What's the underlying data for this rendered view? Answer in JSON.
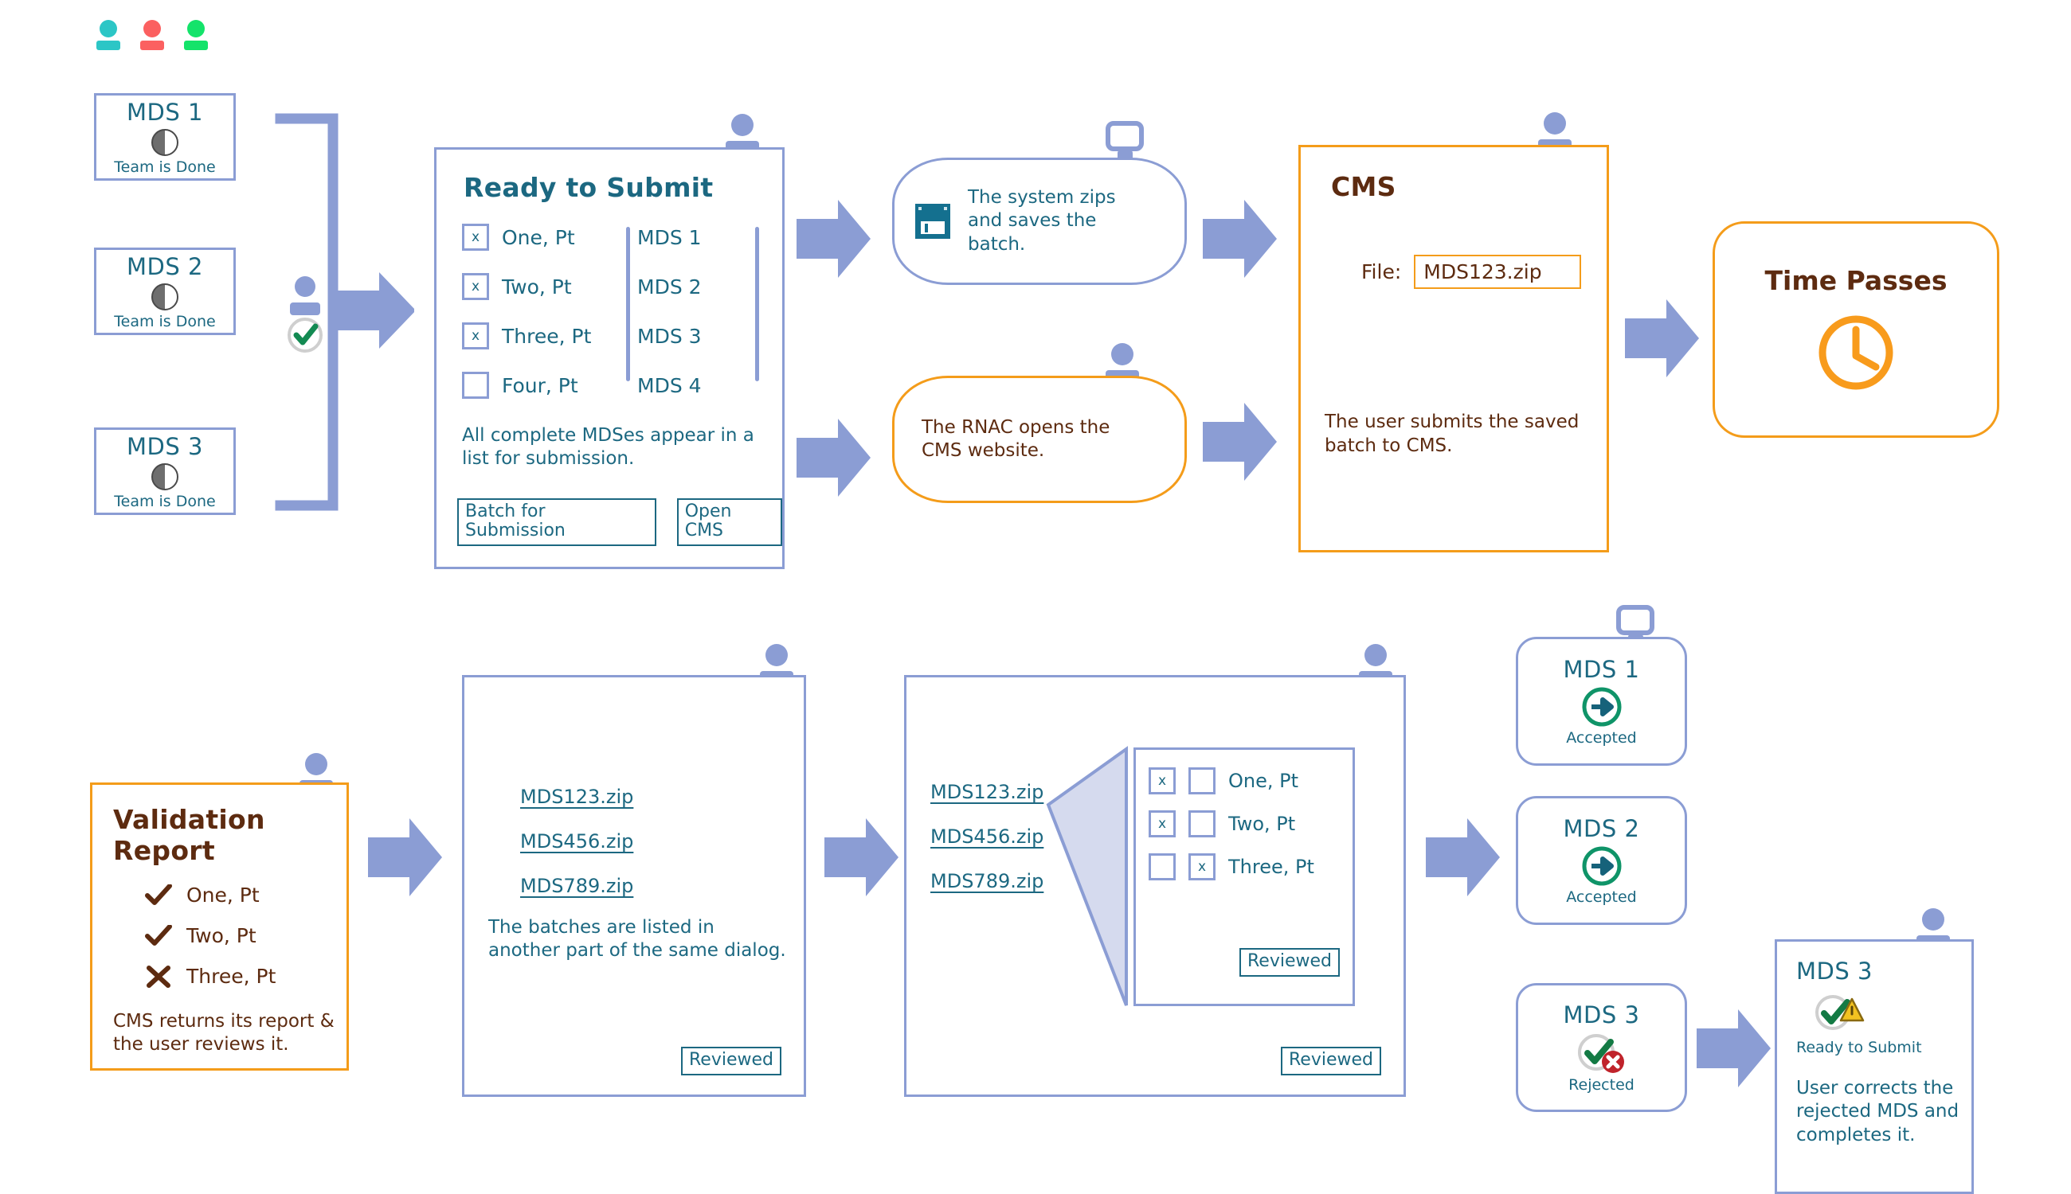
{
  "meta": {
    "colors": {
      "blue_border": "#8b9dd4",
      "blue_text": "#1c6881",
      "orange_border": "#f49c1a",
      "orange_text": "#5d2b10",
      "green": "#1e9e5a",
      "red": "#c0232b",
      "teal_person": "#2cc6c6",
      "red_person": "#fb6060",
      "green_person": "#14e36a"
    }
  },
  "team_icons": [
    {
      "name": "person-teal",
      "color": "#2cc6c6"
    },
    {
      "name": "person-red",
      "color": "#fb6060"
    },
    {
      "name": "person-green",
      "color": "#14e36a"
    }
  ],
  "mds_sources": [
    {
      "title": "MDS 1",
      "status": "Team is Done",
      "icon": "half-moon-icon"
    },
    {
      "title": "MDS 2",
      "status": "Team is Done",
      "icon": "half-moon-icon"
    },
    {
      "title": "MDS 3",
      "status": "Team is Done",
      "icon": "half-moon-icon"
    }
  ],
  "merge": {
    "badge_icon": "green-check-circle-icon",
    "actor_icon": "person-icon"
  },
  "ready_to_submit": {
    "title": "Ready to Submit",
    "actor_icon": "person-icon",
    "rows": [
      {
        "checked": true,
        "mark": "x",
        "patient": "One, Pt",
        "mds": "MDS 1"
      },
      {
        "checked": true,
        "mark": "x",
        "patient": "Two, Pt",
        "mds": "MDS 2"
      },
      {
        "checked": true,
        "mark": "x",
        "patient": "Three, Pt",
        "mds": "MDS 3"
      },
      {
        "checked": false,
        "mark": "",
        "patient": "Four, Pt",
        "mds": "MDS 4"
      }
    ],
    "note": "All complete MDSes appear in a list for submission.",
    "buttons": [
      {
        "label": "Batch for Submission"
      },
      {
        "label": "Open CMS"
      }
    ]
  },
  "zip_step": {
    "text": "The system zips and saves the batch.",
    "icon": "floppy-disk-icon",
    "actor_icon": "monitor-icon"
  },
  "rnac_step": {
    "text": "The RNAC opens the CMS website.",
    "actor_icon": "person-icon"
  },
  "cms_panel": {
    "title": "CMS",
    "actor_icon": "person-icon",
    "file_label": "File:",
    "file_value": "MDS123.zip",
    "note": "The user submits the saved batch to CMS."
  },
  "time_passes": {
    "title": "Time Passes",
    "icon": "clock-icon"
  },
  "validation_report": {
    "title": "Validation Report",
    "actor_icon": "person-icon",
    "rows": [
      {
        "result": "pass",
        "mark": "check-icon",
        "patient": "One, Pt"
      },
      {
        "result": "pass",
        "mark": "check-icon",
        "patient": "Two, Pt"
      },
      {
        "result": "fail",
        "mark": "cross-icon",
        "patient": "Three, Pt"
      }
    ],
    "note": "CMS returns its report & the user reviews it."
  },
  "batch_list_panel": {
    "actor_icon": "person-icon",
    "links": [
      "MDS123.zip",
      "MDS456.zip",
      "MDS789.zip"
    ],
    "note": "The batches are listed in another part of the same dialog.",
    "button": "Reviewed"
  },
  "review_panel": {
    "actor_icon": "person-icon",
    "links": [
      "MDS123.zip",
      "MDS456.zip",
      "MDS789.zip"
    ],
    "button": "Reviewed",
    "flyout": {
      "rows": [
        {
          "left_mark": "x",
          "right_mark": "",
          "patient": "One, Pt"
        },
        {
          "left_mark": "x",
          "right_mark": "",
          "patient": "Two, Pt"
        },
        {
          "left_mark": "",
          "right_mark": "x",
          "patient": "Three, Pt"
        }
      ],
      "button": "Reviewed"
    }
  },
  "results": [
    {
      "title": "MDS 1",
      "status": "Accepted",
      "icon": "green-arrow-circle-icon",
      "actor_icon": "monitor-icon"
    },
    {
      "title": "MDS 2",
      "status": "Accepted",
      "icon": "green-arrow-circle-icon",
      "actor_icon": ""
    },
    {
      "title": "MDS 3",
      "status": "Rejected",
      "icon": "check-with-red-x-icon",
      "actor_icon": ""
    }
  ],
  "correction_panel": {
    "title": "MDS 3",
    "status": "Ready to Submit",
    "icon": "check-with-warning-icon",
    "actor_icon": "person-icon",
    "note": "User corrects the rejected MDS and completes it."
  }
}
